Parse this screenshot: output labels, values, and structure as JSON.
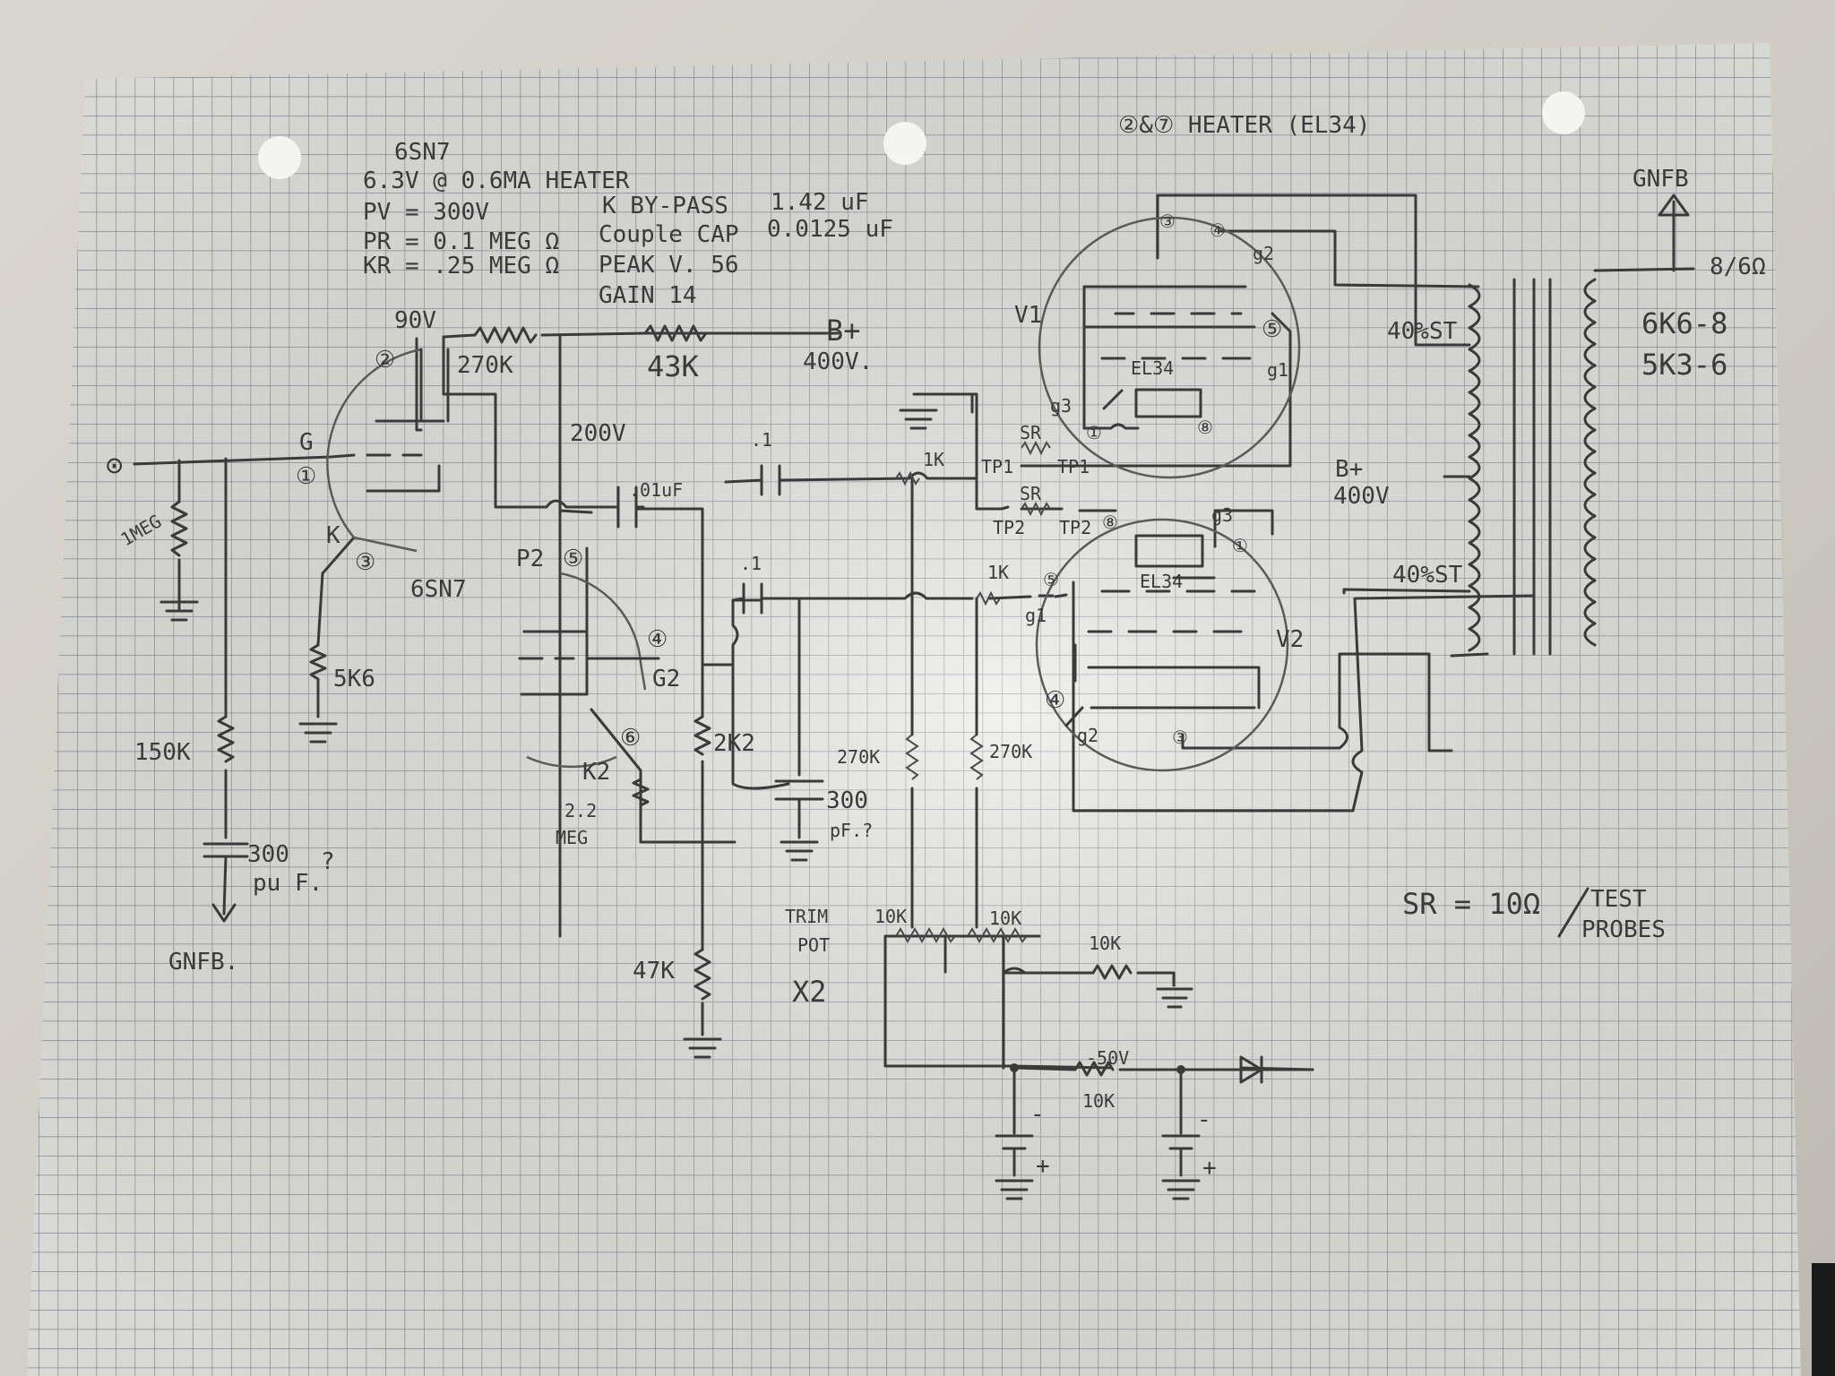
{
  "notes": {
    "tube_name": "6SN7",
    "line1": "6.3V @ 0.6MA HEATER",
    "line2": "PV = 300V",
    "line3": "PR = 0.1 MEG Ω",
    "line4": "KR = .25 MEG Ω",
    "k_bypass": "K BY-PASS",
    "k_bypass_val": "1.42 uF",
    "couple_cap": "Couple CAP",
    "couple_cap_val": "0.0125 uF",
    "peak_v": "PEAK V. 56",
    "gain": "GAIN 14",
    "heater_el34": "②&⑦ HEATER (EL34)",
    "sr_note": "SR = 10Ω",
    "sr_note2": "TEST",
    "sr_note3": "PROBES"
  },
  "labels": {
    "input_node": "⊙",
    "v_90": "90V",
    "pin2": "②",
    "r_270k": "270K",
    "r_43k": "43K",
    "bplus": "B+",
    "bplus_v": "400V.",
    "g": "G",
    "pin1": "①",
    "k": "K",
    "pin3": "③",
    "tube_6sn7": "6SN7",
    "r_1meg": "1MEG",
    "r_5k6": "5K6",
    "r_150k": "150K",
    "c_300pf": "300",
    "c_300pf2": "pu F.",
    "q": "?",
    "gnfb_bottom": "GNFB.",
    "v_200": "200V",
    "c_01uf": ".01uF",
    "c_p1_top": ".1",
    "c_p1_mid": ".1",
    "p2": "P2",
    "pin5_6sn7": "⑤",
    "pin4_6sn7": "④",
    "g2": "G2",
    "pin6_6sn7": "⑥",
    "k2": "K2",
    "r_2k2": "2K2",
    "r_22meg": "2.2",
    "r_22meg2": "MEG",
    "c_300pf_mid": "300",
    "c_300pf_mid2": "pF.?",
    "r_47k": "47K",
    "r_270k_a": "270K",
    "r_270k_b": "270K",
    "r_1k_a": "1K",
    "r_1k_b": "1K",
    "trim": "TRIM",
    "pot": "POT",
    "x2": "X2",
    "r_10k_a": "10K",
    "r_10k_b": "10K",
    "r_10k_c": "10K",
    "r_10k_d": "10K",
    "v_neg50": "-50V",
    "minus": "-",
    "plus": "+",
    "v1": "V1",
    "el34_top": "EL34",
    "pin3_v1": "③",
    "pin4_v1": "④",
    "g2_v1": "g2",
    "pin5_v1": "⑤",
    "g1_v1": "g1",
    "g3_v1": "g3",
    "pin1_v1": "①",
    "pin8_v1": "⑧",
    "sr_a": "SR",
    "tp1": "TP1",
    "tp1b": "TP1",
    "sr_b": "SR",
    "tp2": "TP2",
    "tp2b": "TP2",
    "pin8_v2": "⑧",
    "g3_v2": "g3",
    "pin1_v2": "①",
    "el34_bot": "EL34",
    "pin5_v2": "⑤",
    "g1_v2": "g1",
    "v2": "V2",
    "pin4_v2": "④",
    "g2_v2": "g2",
    "pin3_v2": "③",
    "st_top": "40%ST",
    "st_bot": "40%ST",
    "bplus_ot": "B+",
    "bplus_ot_v": "400V",
    "gnfb_top": "GNFB",
    "ohm_8": "8/6Ω",
    "tap1": "6K6-8",
    "tap2": "5K3-6"
  }
}
